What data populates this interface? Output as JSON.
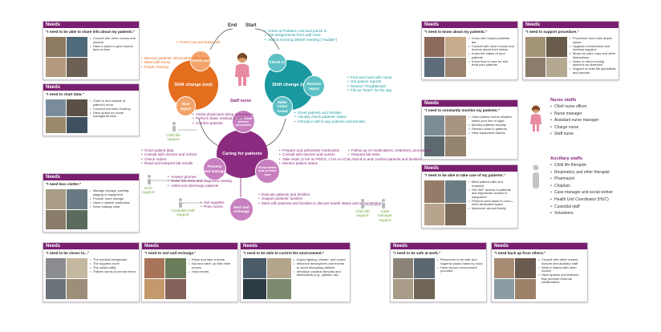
{
  "card_header": "Needs",
  "cards": [
    {
      "quote": "\"I need to be able to share info about my patients.\"",
      "items": [
        "Consult with other nurses and doctors",
        "Have a place to give reports face-to-face"
      ]
    },
    {
      "quote": "\"I need to chart data.\"",
      "items": [
        "Chart in and outside of patient's room",
        "Conduct real time charting",
        "Have space for nurse managerial work"
      ]
    },
    {
      "quote": "\"I need less clutter.\"",
      "items": [
        "Manage storage, parking, staging of equipment",
        "Provide more storage",
        "Have a cleaner workplace",
        "Keep hallway clear"
      ]
    },
    {
      "quote": "\"I need to be closer to...\"",
      "items": [
        "The medical refrigerator",
        "The supplies room",
        "The soiled utility",
        "Patient rooms to service them"
      ]
    },
    {
      "quote": "\"I need to rest and recharge.\"",
      "items": [
        "Relax and take a break",
        "Eat and catch up with other nurses",
        "Host events"
      ]
    },
    {
      "quote": "\"I need to be able to control the environment.\"",
      "items": [
        "Adjust lighting, climate, and sound",
        "Influence atmosphere and events to avoid disrupting patients",
        "Introduce positive stimulus and distractions (e.g., games, art)"
      ]
    },
    {
      "quote": "\"I need to know about my patients.\"",
      "items": [
        "Know who today's patients are",
        "Consult with other nurses and doctors about their status",
        "Know the status of your patients",
        "Know how to care for and treat your patients"
      ]
    },
    {
      "quote": "\"I need to support procedure.\"",
      "items": [
        "Procedure room with ample space",
        "Hygienic environment and medical supplies",
        "Music for calm, toys and other distractions",
        "Video or other moving stimulus as diversion",
        "Support of child life specialists and parents"
      ]
    },
    {
      "quote": "\"I need to constantly monitor my patients.\"",
      "items": [
        "Have patient rooms situated within your line of sight",
        "Monitor patients visually",
        "Remain close to patients",
        "Hear equipment alarms"
      ]
    },
    {
      "quote": "\"I need to be able to take care of my patients.\"",
      "items": [
        "Meet patient calls and requests",
        "Get 360° access to patients and ergonomic access to equipment",
        "Perform work tasks in room—need dedicated space",
        "Maneuver around family"
      ]
    },
    {
      "quote": "\"I need to be safe at work.\"",
      "items": [
        "Resources to be safe and hygienic (wash basin by door)",
        "Have secure environment provided"
      ]
    },
    {
      "quote": "\"I need back up from others.\"",
      "items": [
        "Consult with other nurses, doctors and ancillary staff",
        "Work in teams with other nurses",
        "Have spaces and features that promote informal collaboration"
      ]
    }
  ],
  "diagram": {
    "end": "End",
    "start": "Start",
    "staff_nurse": "Staff nurse",
    "child_life_support": "Child life support",
    "huc_support": "HUC support",
    "custodial_support": "Custodial staff support",
    "child_life_support_2": "Child life support",
    "case_manager_support": "Case manager support",
    "circles": {
      "check_out": "Check out",
      "shift_out": "Shift change (out)",
      "give_report": "Give report",
      "check_in": "Check in",
      "shift_in": "Shift change (in)",
      "receive_report": "Receive report",
      "make_round": "Make initial round",
      "support_perform": "Support and perform procedures",
      "caring": "Caring for patients",
      "process": "Process and manage",
      "keep_watch": "Keep watch and provide care",
      "rest": "Rest and recharge"
    },
    "lists": {
      "punch_out": [
        "Punch out and leave unit"
      ],
      "discuss": [
        "Discuss patients' information with nurse",
        "Meet with nurse",
        "Finish charting"
      ],
      "arrive": [
        "Arrive at Pediatric Unit and punch in",
        "Get assignments from wall chart",
        "Attend morning debrief meeting (\"Huddle\")"
      ],
      "find_nurse": [
        "Find and meet with nurse",
        "Get patient reports",
        "Review \"ToughBooks\"",
        "Fill out \"brain\" for the day"
      ],
      "greet": [
        "Greet patients and families",
        "Visually check patients' status",
        "Introduce self to any patients and families"
      ],
      "assist": [
        "Assist physicians doing procedures",
        "Perform basic medical exams",
        "Comfort patients"
      ],
      "chart": [
        "Chart patient data",
        "Consult with doctors and nurses",
        "Check orders",
        "Read and interpret lab results"
      ],
      "phones": [
        "Answer phones",
        "Order lab tests and diagnostic testing",
        "Admit and discharge patients"
      ],
      "supplies": [
        "Get supplies",
        "Prep rooms"
      ],
      "prepare": [
        "Prepare and administer medication",
        "Consult with doctors and nurses",
        "Take vitals (4 hrs on PED's, 2 hrs on ICU)",
        "Monitor patient status"
      ],
      "follow_up": [
        "Follow up on medications, treatment, procedures",
        "Request lab tests",
        "Attend to and comfort patients and families"
      ],
      "educate": [
        "Educate patients and families",
        "Support patients' families",
        "Meet with patients and families to discuss health status and administration"
      ]
    }
  },
  "legend": {
    "nurse_title": "Nurse staffs",
    "nurse_items": [
      "Chief nurse officer",
      "Nurse manager",
      "Assistant nurse manager",
      "Charge nurse",
      "Staff nurse"
    ],
    "ancillary_title": "Ancillary staffs",
    "ancillary_items": [
      "Child life therapist",
      "Respiratory and other therapist",
      "Pharmacist",
      "Chaplain",
      "Case manager and social worker",
      "Health Unit Coordinator (HUC)",
      "Custodial staff",
      "Volunteers"
    ]
  },
  "colors": {
    "header": "#7a1f6f",
    "orange": "#e56d1e",
    "teal": "#1a9aa0",
    "purple": "#8a2b7f",
    "green": "#6ea83c"
  }
}
